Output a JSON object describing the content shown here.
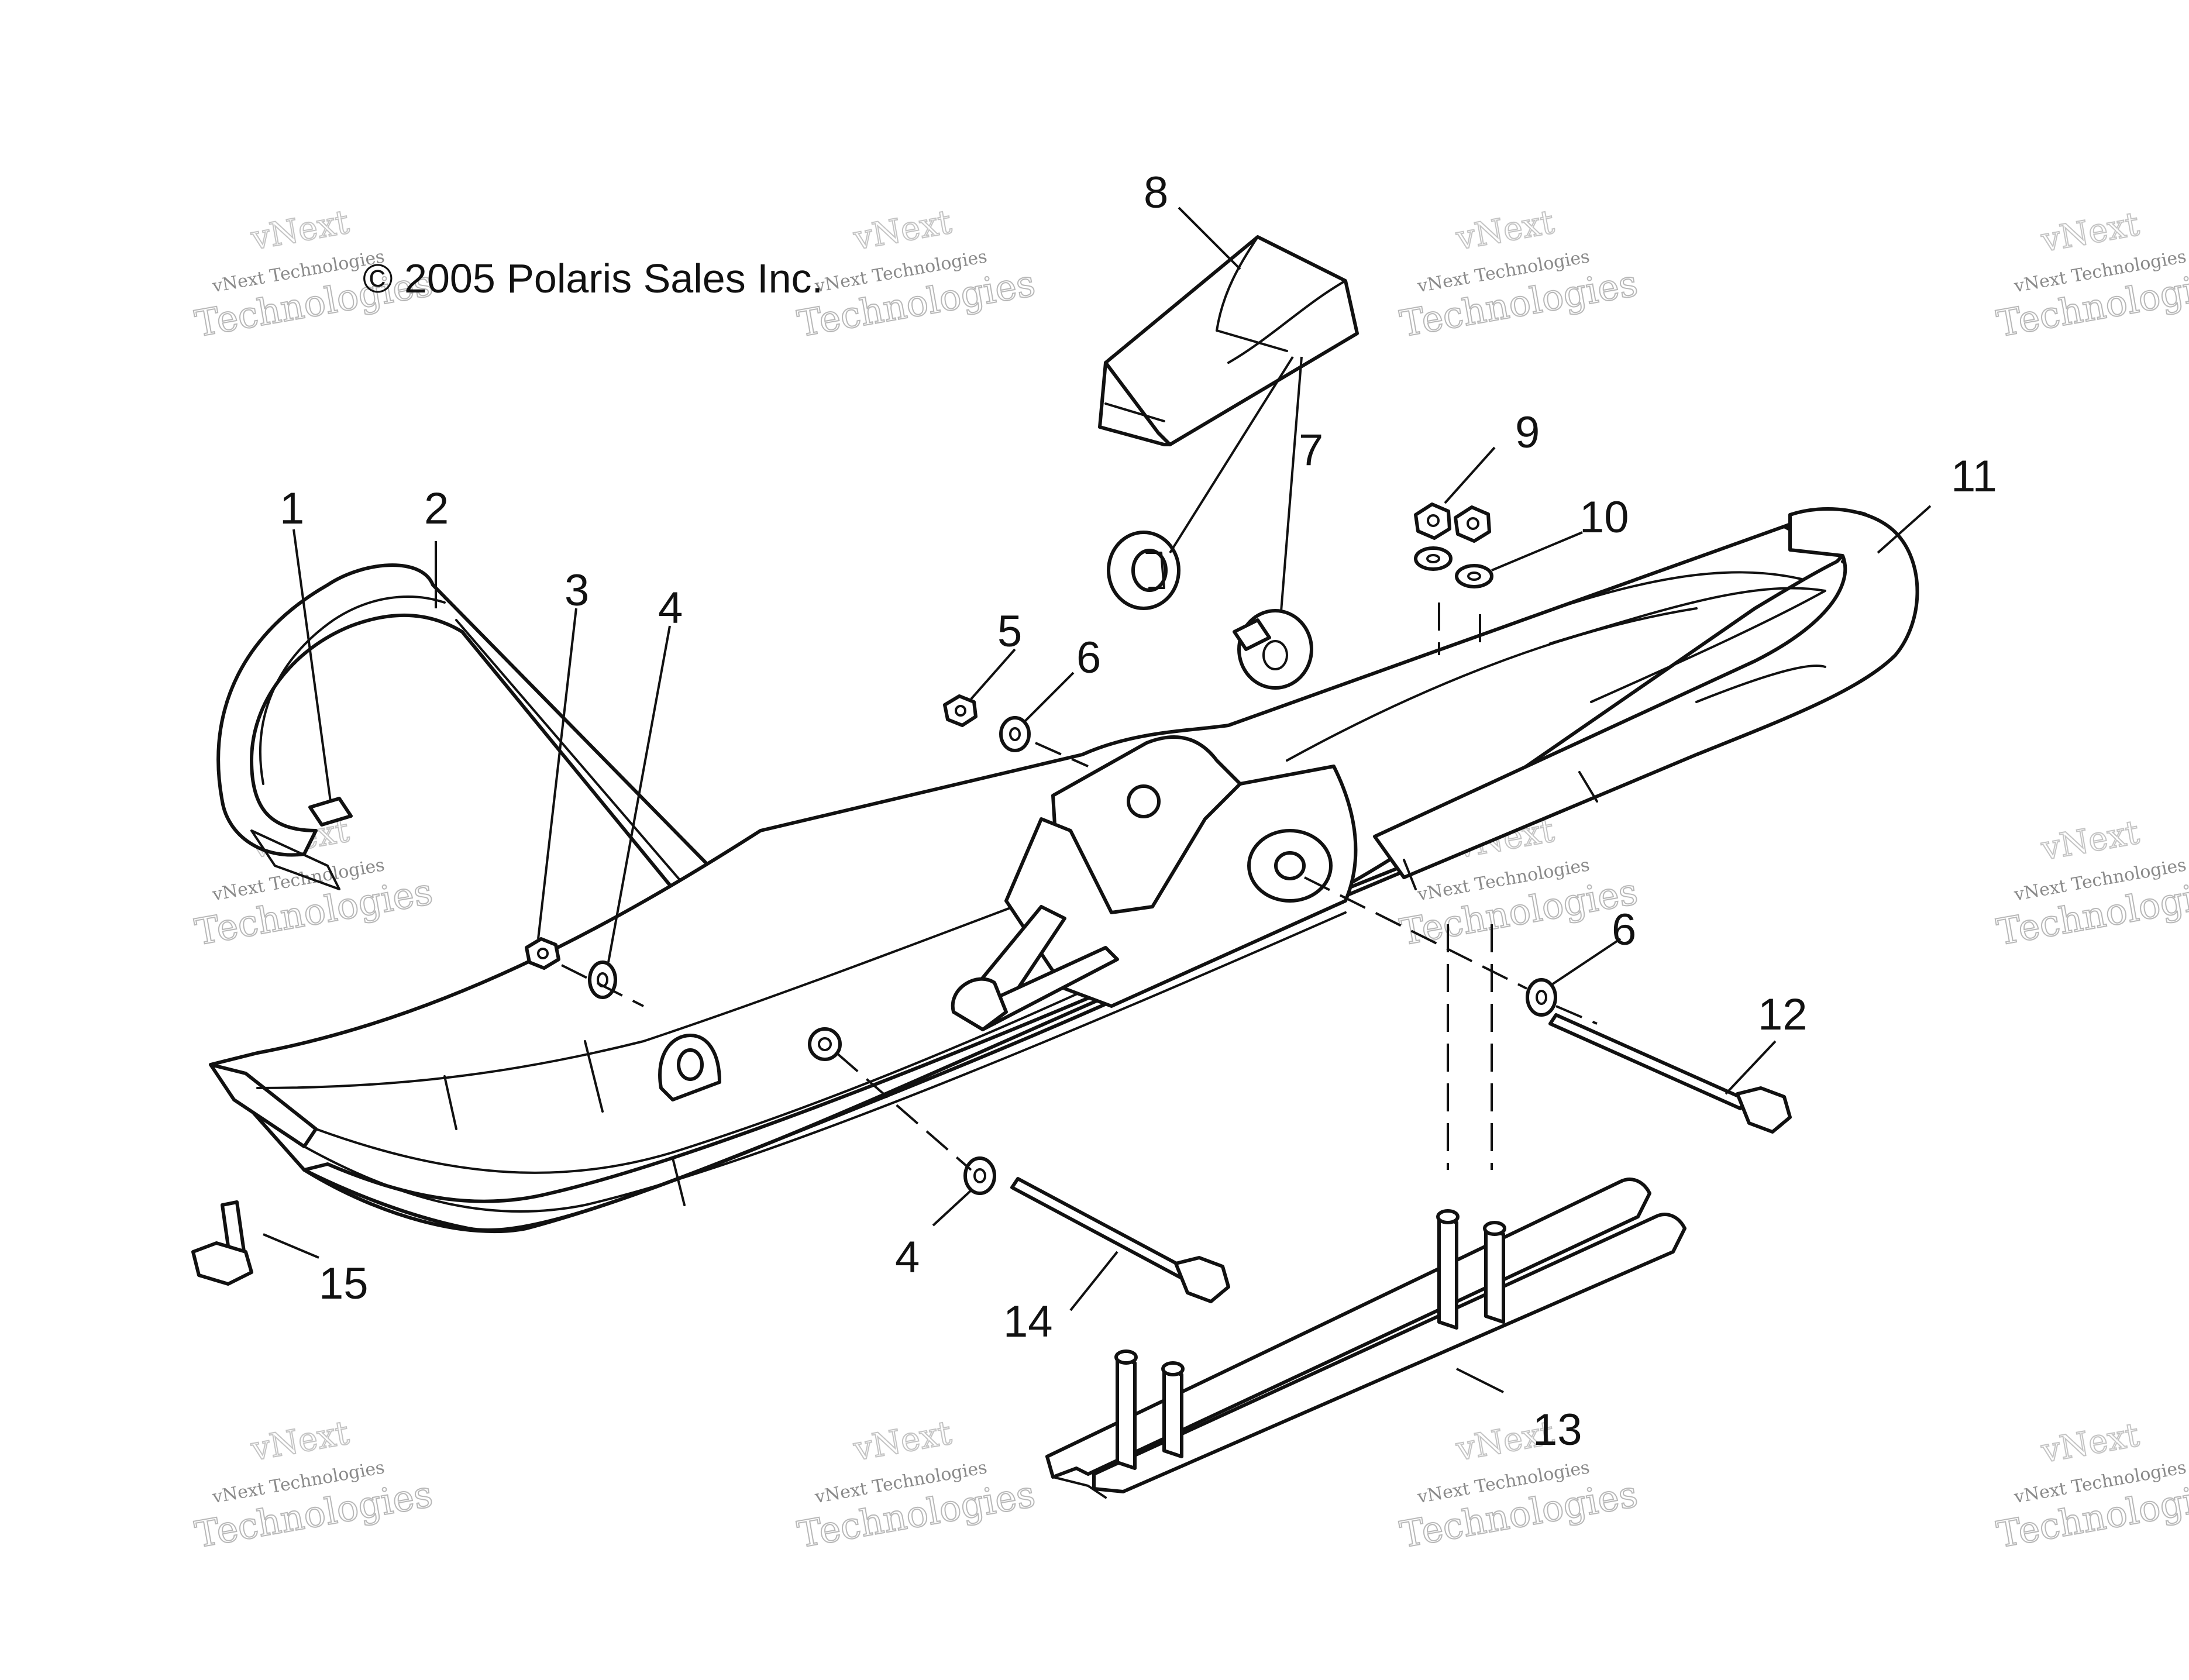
{
  "copyright": "© 2005 Polaris Sales Inc.",
  "watermark": {
    "line1": "vNext Technologies",
    "line2": "Technologies",
    "line3": "vNext"
  },
  "callouts": [
    {
      "id": "1",
      "label": "1"
    },
    {
      "id": "2",
      "label": "2"
    },
    {
      "id": "3",
      "label": "3"
    },
    {
      "id": "4a",
      "label": "4"
    },
    {
      "id": "4b",
      "label": "4"
    },
    {
      "id": "5",
      "label": "5"
    },
    {
      "id": "6a",
      "label": "6"
    },
    {
      "id": "6b",
      "label": "6"
    },
    {
      "id": "7",
      "label": "7"
    },
    {
      "id": "8",
      "label": "8"
    },
    {
      "id": "9",
      "label": "9"
    },
    {
      "id": "10",
      "label": "10"
    },
    {
      "id": "11",
      "label": "11"
    },
    {
      "id": "12",
      "label": "12"
    },
    {
      "id": "13",
      "label": "13"
    },
    {
      "id": "14",
      "label": "14"
    },
    {
      "id": "15",
      "label": "15"
    }
  ]
}
